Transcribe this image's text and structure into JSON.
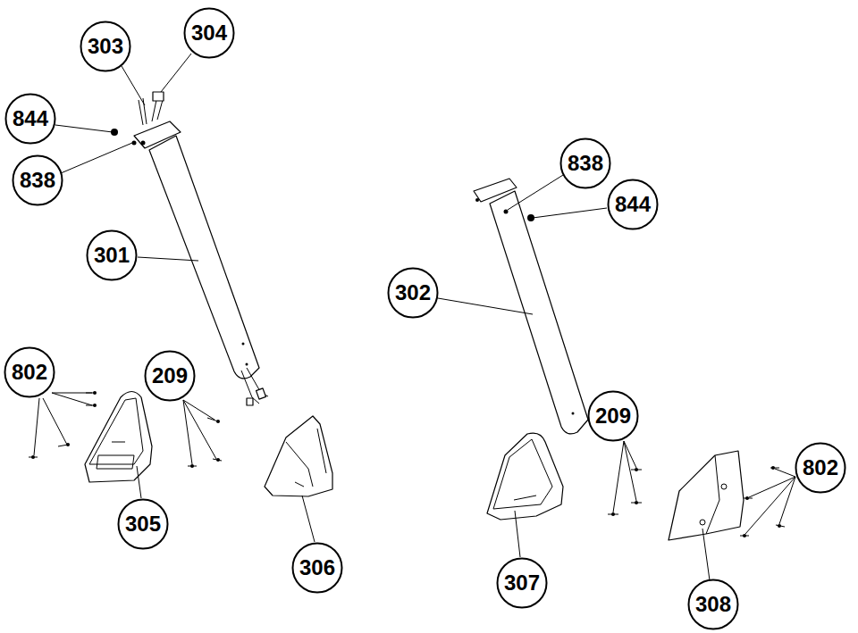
{
  "diagram": {
    "nodes": [
      {
        "text": [
          "303"
        ]
      },
      {
        "text": [
          "304"
        ]
      },
      {
        "text": [
          "844"
        ]
      },
      {
        "text": [
          "838"
        ]
      },
      {
        "text": [
          "838"
        ]
      },
      {
        "text": [
          "844"
        ]
      },
      {
        "text": [
          "301"
        ]
      },
      {
        "text": [
          "302"
        ]
      },
      {
        "text": [
          "802"
        ]
      },
      {
        "text": [
          "209"
        ]
      },
      {
        "text": [
          "209"
        ]
      },
      {
        "text": [
          "802"
        ]
      },
      {
        "text": [
          "305"
        ]
      },
      {
        "text": [
          "306"
        ]
      },
      {
        "text": [
          "307"
        ]
      },
      {
        "text": [
          "308"
        ]
      }
    ]
  }
}
